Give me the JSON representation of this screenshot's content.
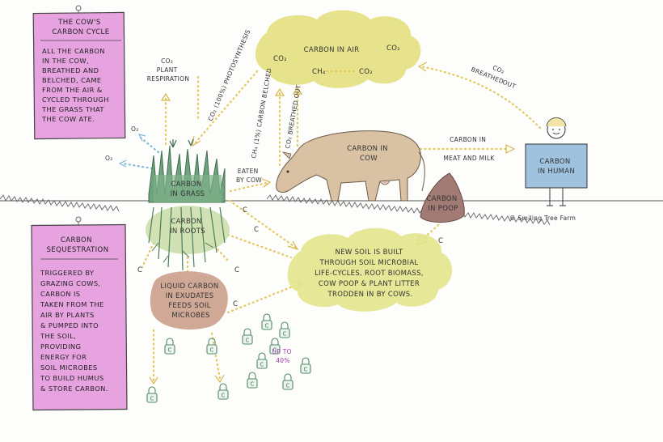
{
  "boxes": {
    "cycle": {
      "title": [
        "THE COW'S",
        "CARBON CYCLE"
      ],
      "body": [
        "ALL THE CARBON",
        "IN THE COW,",
        "BREATHED AND",
        "BELCHED, CAME",
        "FROM THE AIR &",
        "CYCLED THROUGH",
        "THE GRASS THAT",
        "THE COW ATE."
      ]
    },
    "sequestration": {
      "title": [
        "CARBON",
        "SEQUESTRATION"
      ],
      "body": [
        "TRIGGERED BY",
        "GRAZING COWS,",
        "CARBON IS",
        "TAKEN FROM THE",
        "AIR BY PLANTS",
        "& PUMPED INTO",
        "THE SOIL,",
        "PROVIDING",
        "ENERGY FOR",
        "SOIL MICROBES",
        "TO BUILD HUMUS",
        "& STORE CARBON."
      ]
    }
  },
  "nodes": {
    "air": {
      "title": "CARBON IN AIR",
      "co2_left": "CO₂",
      "co2_right": "CO₂",
      "ch4": "CH₄",
      "co2_mid": "CO₂"
    },
    "grass": [
      "CARBON",
      "IN GRASS"
    ],
    "roots": [
      "CARBON",
      "IN ROOTS"
    ],
    "cow": [
      "CARBON IN",
      "COW"
    ],
    "poop": [
      "CARBON",
      "IN POOP"
    ],
    "human": [
      "CARBON",
      "IN HUMAN"
    ],
    "exudates": [
      "LIQUID CARBON",
      "IN EXUDATES",
      "FEEDS SOIL",
      "MICROBES"
    ],
    "soil": [
      "NEW SOIL IS BUILT",
      "THROUGH SOIL MICROBIAL",
      "LIFE-CYCLES, ROOT BIOMASS,",
      "COW POOP & PLANT LITTER",
      "TRODDEN IN BY COWS."
    ]
  },
  "flows": {
    "respiration": [
      "CO₂",
      "PLANT",
      "RESPIRATION"
    ],
    "photosynthesis": "CO₂ (100%) PHOTOSYNTHESIS",
    "belched": "CH₄ (1%) CARBON BELCHED",
    "breathed_cow": "CO₂ BREATHED OUT",
    "breathed_human": [
      "CO₂",
      "BREATHED",
      "OUT"
    ],
    "eaten": [
      "EATEN",
      "BY COW"
    ],
    "meat_milk": [
      "CARBON IN",
      "MEAT AND MILK"
    ],
    "o2": "O₂",
    "c": "C",
    "percent": [
      "UP TO",
      "40%"
    ]
  },
  "credit": "© Smiling Tree Farm",
  "colors": {
    "pink_box": "#e6a3df",
    "yellow_cloud": "#e4e07f",
    "cow": "#d9c2a3",
    "poop": "#a27b74",
    "human_box": "#9fc3df",
    "grass": "#6fa27e",
    "roots_wash": "#c8dca6",
    "exudate_wash": "#c89a84",
    "soil_cloud": "#e3e48c",
    "yellow_arrow": "#e3c85a",
    "blue_arrow": "#7fb7d9"
  }
}
